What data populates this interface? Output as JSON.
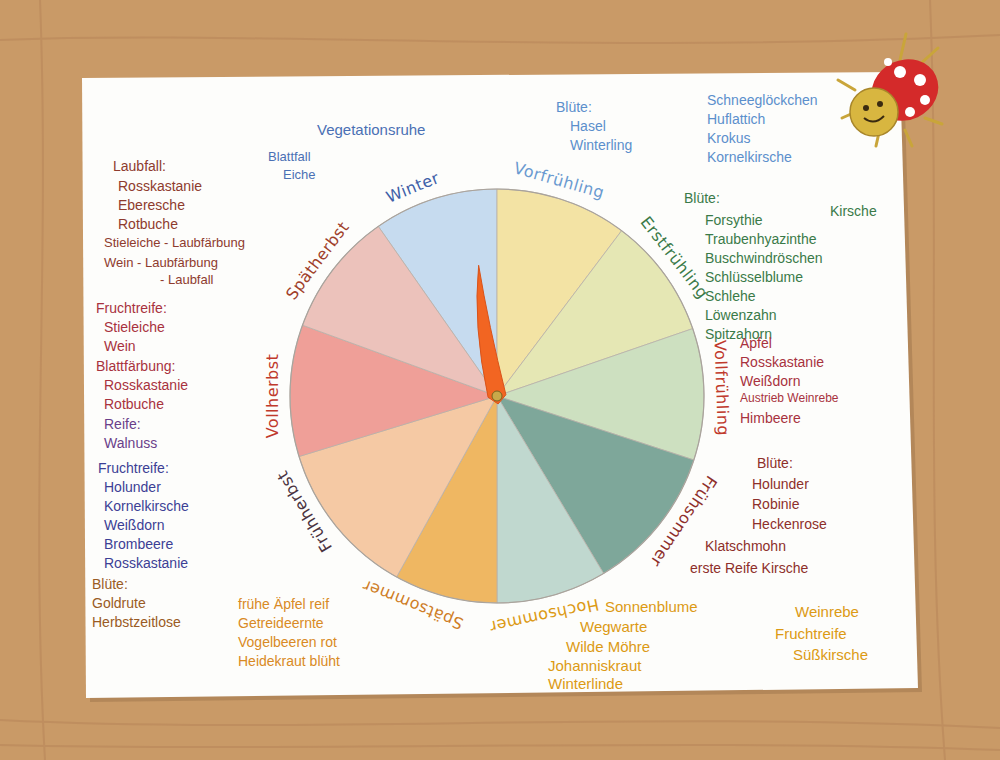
{
  "diagram": {
    "labels": [
      "Vegetationsruhe",
      "Blattfall",
      "Eiche",
      "Blüte:",
      "Hasel",
      "Winterling",
      "Schneeglöckchen",
      "Huflattich",
      "Krokus",
      "Kornelkirsche",
      "Winter",
      "Vorfrühling",
      "Laubfall:",
      "Rosskastanie",
      "Eberesche",
      "Rotbuche",
      "Stieleiche - Laubfärbung",
      "Wein - Laubfärbung",
      "- Laubfall",
      "Spätherbst",
      "Blüte:",
      "Kirsche",
      "Forsythie",
      "Traubenhyazinthe",
      "Buschwindröschen",
      "Schlüsselblume",
      "Schlehe",
      "Löwenzahn",
      "Spitzahorn",
      "Erstfrühling",
      "Fruchtreife:",
      "Stieleiche",
      "Wein",
      "Blattfärbung:",
      "Rosskastanie",
      "Rotbuche",
      "Reife:",
      "Walnuss",
      "Vollherbst",
      "Vollfrühling",
      "Apfel",
      "Rosskastanie",
      "Weißdorn",
      "Austrieb Weinrebe",
      "Himbeere",
      "Fruchtreife:",
      "Holunder",
      "Kornelkirsche",
      "Weißdorn",
      "Brombeere",
      "Rosskastanie",
      "Frühherbst",
      "Blüte:",
      "Holunder",
      "Robinie",
      "Heckenrose",
      "Klatschmohn",
      "erste Reife Kirsche",
      "Frühsommer",
      "Blüte:",
      "Goldrute",
      "Herbstzeitlose",
      "Spätsommer",
      "Hochsommer",
      "frühe Äpfel reif",
      "Getreideernte",
      "Vogelbeeren rot",
      "Heidekraut blüht",
      "Sonnenblume",
      "Wegwarte",
      "Wilde Möhre",
      "Johanniskraut",
      "Winterlinde",
      "Weinrebe",
      "Fruchtreife",
      "Süßkirsche"
    ]
  }
}
